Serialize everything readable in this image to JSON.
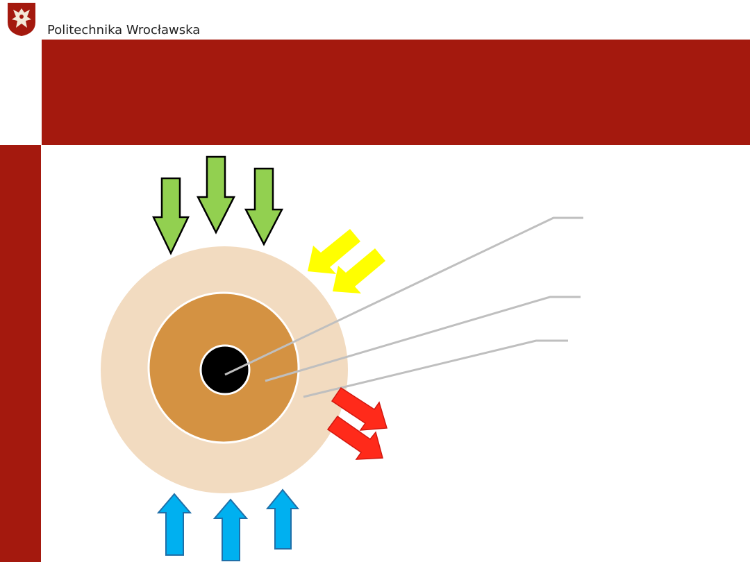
{
  "header": {
    "university_name": "Politechnika Wrocławska",
    "logo": "eagle-crest-logo",
    "title": ""
  },
  "colors": {
    "brand_red": "#a4190e",
    "outer_layer": "#f2dbc0",
    "middle_layer": "#d49242",
    "core": "#000000",
    "top_arrows": "#92d050",
    "side_arrows_in": "#ffff00",
    "side_arrows_out": "#ff2a1a",
    "bottom_arrows": "#00b0f0",
    "leader_lines": "#bfbfbf"
  },
  "diagram": {
    "layers": [
      "outer-layer",
      "middle-layer",
      "core"
    ],
    "arrow_groups": [
      {
        "name": "top-arrows",
        "direction": "down",
        "count": 3
      },
      {
        "name": "yellow-arrows",
        "direction": "inward",
        "count": 2
      },
      {
        "name": "red-arrows",
        "direction": "outward",
        "count": 2
      },
      {
        "name": "bottom-arrows",
        "direction": "up",
        "count": 3
      }
    ],
    "leader_labels": [
      "",
      "",
      ""
    ]
  }
}
